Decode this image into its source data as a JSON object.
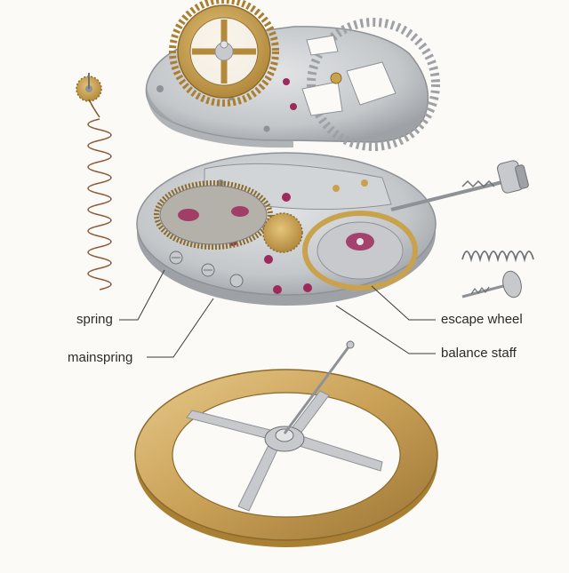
{
  "labels": {
    "spring": "spring",
    "mainspring": "mainspring",
    "escape_wheel": "escape wheel",
    "balance_staff": "balance staff"
  },
  "colors": {
    "brass": "#c9a24e",
    "brass_dark": "#8c6a2a",
    "steel": "#c7c9cc",
    "steel_dark": "#8e9297",
    "jewel": "#9c2a5a",
    "leader": "#3a3a3a",
    "background": "#fbfaf6"
  }
}
